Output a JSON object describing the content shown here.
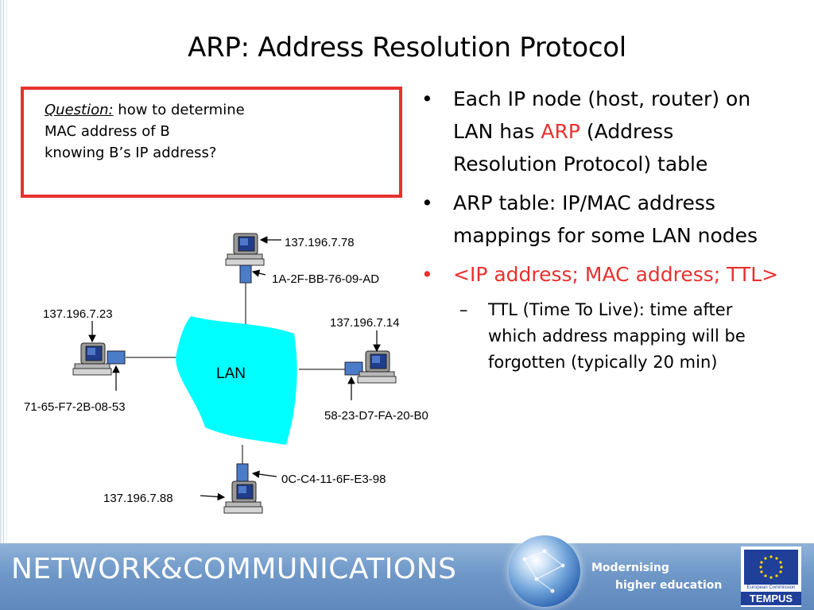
{
  "slide": {
    "title": "ARP: Address Resolution Protocol",
    "question": {
      "label": "Question:",
      "line1_rest": " how to determine",
      "line2": "MAC address of B",
      "line3": "knowing B’s IP address?"
    },
    "bullets": [
      {
        "prefix": "Each IP node (host, router) on LAN has ",
        "highlight": "ARP",
        "suffix": " (Address Resolution Protocol) table"
      },
      {
        "text": "ARP table: IP/MAC address mappings for some LAN nodes"
      },
      {
        "text": "<IP address; MAC address; TTL>"
      }
    ],
    "sub_bullet": "TTL (Time To Live): time after which address mapping will be forgotten (typically 20 min)",
    "bullet_symbol": "•",
    "dash_symbol": "–"
  },
  "diagram": {
    "lan_label": "LAN",
    "nodes": [
      {
        "id": "top",
        "ip": "137.196.7.78",
        "mac": "1A-2F-BB-76-09-AD"
      },
      {
        "id": "left",
        "ip": "137.196.7.23",
        "mac": "71-65-F7-2B-08-53"
      },
      {
        "id": "right",
        "ip": "137.196.7.14",
        "mac": "58-23-D7-FA-20-B0"
      },
      {
        "id": "bottom",
        "ip": "137.196.7.88",
        "mac": "0C-C4-11-6F-E3-98"
      }
    ],
    "colors": {
      "lan_fill": "#00ffff",
      "box_border": "#e8312f",
      "adapter": "#4a7cc7"
    }
  },
  "footer": {
    "brand": "NETWORK&COMMUNICATIONS",
    "modern_line1": "Modernising",
    "modern_line2": "higher education",
    "eu_caption": "European Commission",
    "eu_program": "TEMPUS"
  }
}
